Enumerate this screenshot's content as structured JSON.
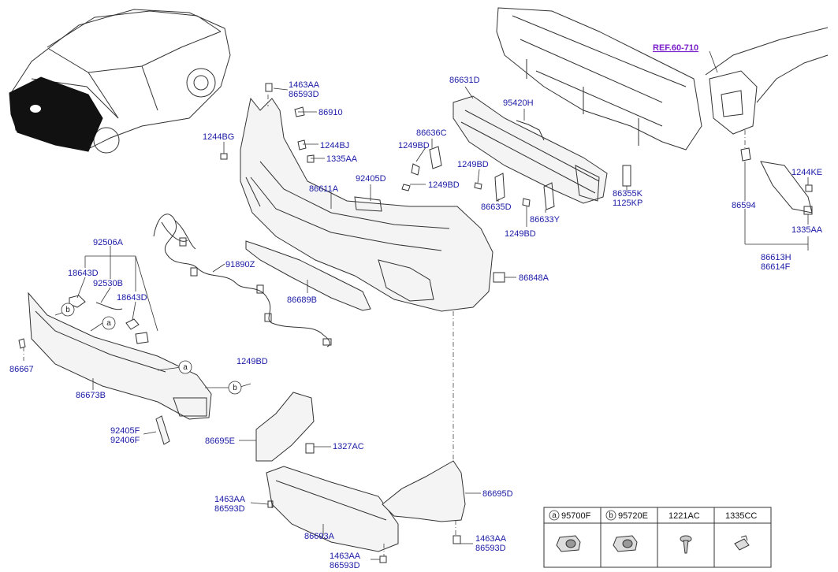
{
  "ref_link": "REF.60-710",
  "labels": {
    "l1463aa_top": "1463AA",
    "l86593d_top": "86593D",
    "l86910": "86910",
    "l1244bg": "1244BG",
    "l1244bj": "1244BJ",
    "l1335aa_a": "1335AA",
    "l86611a": "86611A",
    "l92405d": "92405D",
    "l1249bd_a": "1249BD",
    "l1249bd_b": "1249BD",
    "l86631d": "86631D",
    "l95420h": "95420H",
    "l86636c": "86636C",
    "l1249bd_c": "1249BD",
    "l86635d": "86635D",
    "l86633y": "86633Y",
    "l1249bd_d": "1249BD",
    "l86355k": "86355K",
    "l1125kp": "1125KP",
    "l1244ke": "1244KE",
    "l86594": "86594",
    "l1335aa_b": "1335AA",
    "l86613h": "86613H",
    "l86614f": "86614F",
    "l86848a": "86848A",
    "l92506a": "92506A",
    "l18643d_a": "18643D",
    "l92530b": "92530B",
    "l18643d_b": "18643D",
    "l91890z": "91890Z",
    "l86689b": "86689B",
    "l86667": "86667",
    "l86673b": "86673B",
    "l1249bd_e": "1249BD",
    "l92405f": "92405F",
    "l92406f": "92406F",
    "l86695e": "86695E",
    "l1327ac": "1327AC",
    "l1463aa_mid": "1463AA",
    "l86593d_mid": "86593D",
    "l86695d": "86695D",
    "l86693a": "86693A",
    "l1463aa_r": "1463AA",
    "l86593d_r": "86593D",
    "l1463aa_bot": "1463AA",
    "l86593d_bot": "86593D"
  },
  "callouts": {
    "a": "a",
    "b": "b"
  },
  "legend_table": {
    "columns": [
      {
        "key": "a",
        "part": "95700F"
      },
      {
        "key": "b",
        "part": "95720E"
      },
      {
        "key": "",
        "part": "1221AC"
      },
      {
        "key": "",
        "part": "1335CC"
      }
    ]
  }
}
